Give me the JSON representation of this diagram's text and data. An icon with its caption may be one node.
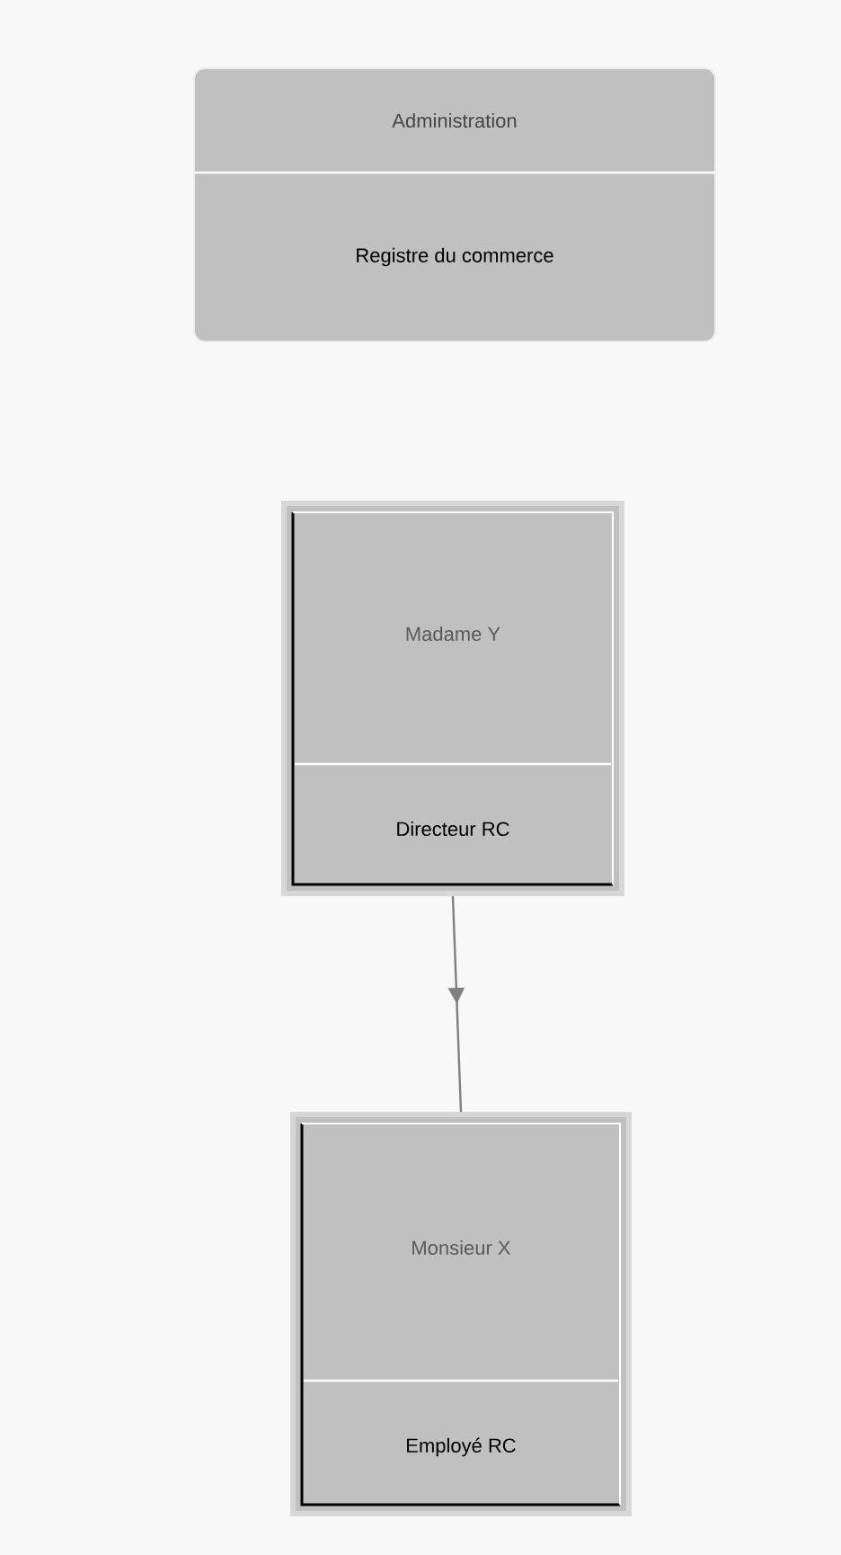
{
  "diagram": {
    "nodes": [
      {
        "text": [
          "Administration",
          "Registre du commerce"
        ]
      },
      {
        "text": [
          "Madame Y",
          "Directeur RC"
        ]
      },
      {
        "text": [
          "Monsieur X",
          "Employé RC"
        ]
      }
    ],
    "edges": [
      {
        "from": 1,
        "to": 2,
        "arrow": "to"
      }
    ]
  }
}
